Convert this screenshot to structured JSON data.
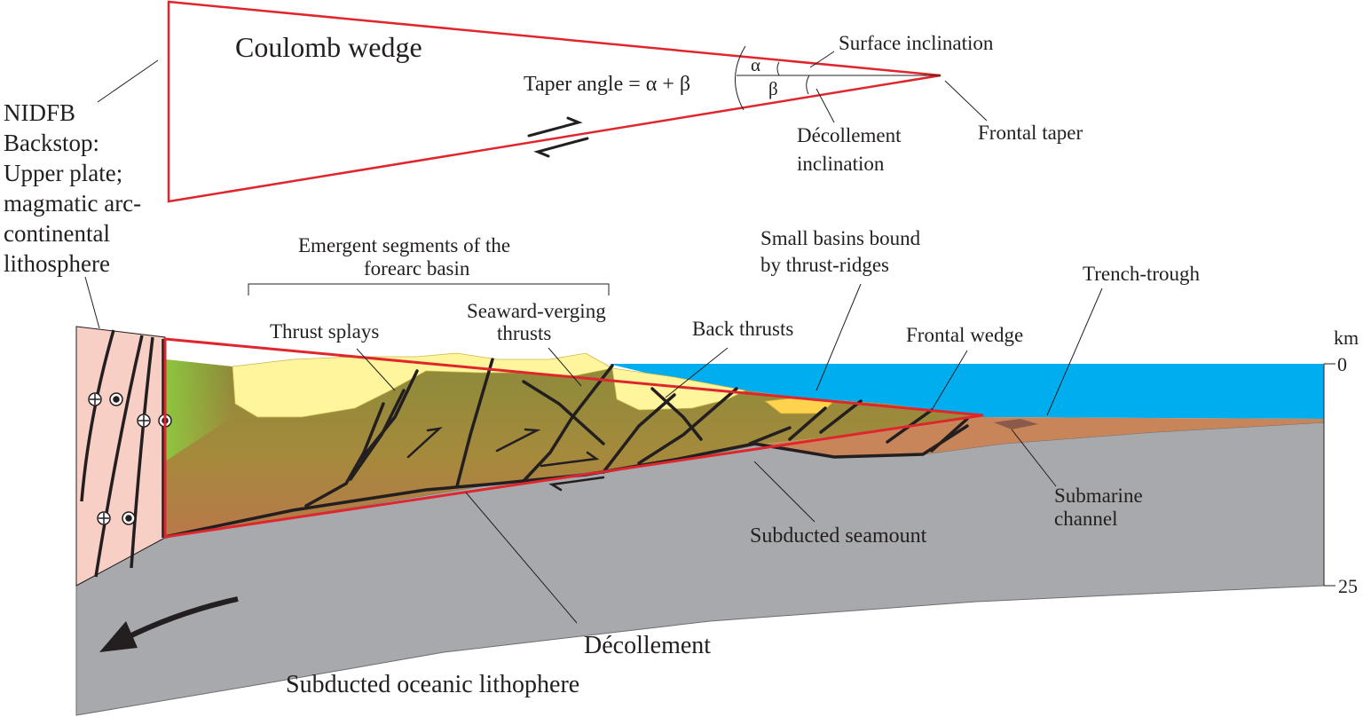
{
  "wedge": {
    "title": "Coulomb wedge",
    "taper_formula": "Taper angle = α + β",
    "alpha": "α",
    "beta": "β",
    "surface_inclination": "Surface inclination",
    "decollement_inclination": [
      "Décollement",
      "inclination"
    ],
    "frontal_taper": "Frontal taper"
  },
  "backstop": {
    "lines": [
      "NIDFB",
      "Backstop:",
      "Upper plate;",
      "magmatic arc-",
      "continental",
      "lithosphere"
    ]
  },
  "section": {
    "emergent_segments": [
      "Emergent segments of the",
      "forearc basin"
    ],
    "small_basins": [
      "Small basins bound",
      "by thrust-ridges"
    ],
    "trench_trough": "Trench-trough",
    "thrust_splays": "Thrust splays",
    "seaward_verging": [
      "Seaward-verging",
      "thrusts"
    ],
    "back_thrusts": "Back thrusts",
    "frontal_wedge": "Frontal wedge",
    "submarine_channel": [
      "Submarine",
      "channel"
    ],
    "subducted_seamount": "Subducted seamount",
    "decollement": "Décollement",
    "subducted_lithosphere": "Subducted oceanic lithophere"
  },
  "scale": {
    "unit": "km",
    "top": "0",
    "bottom": "25"
  },
  "colors": {
    "wedge_outline": "#e0262d",
    "sea": "#00aeef",
    "ocean_plate": "#a7a9ac",
    "accretionary": "#a48a3c",
    "basin_fill": "#fff59d",
    "sediment": "#c8855a",
    "backstop": "#f8cfc4",
    "vegetated": "#8dc63f"
  }
}
